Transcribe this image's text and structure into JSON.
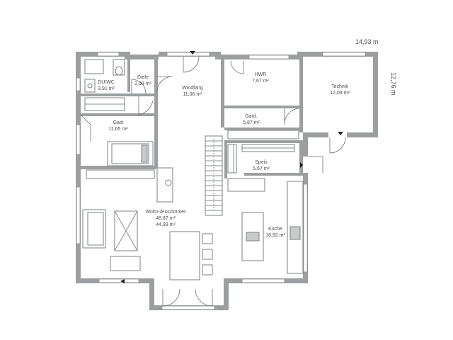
{
  "dimensions": {
    "width_label": "14,93 m",
    "depth_label": "12,76 m"
  },
  "rooms": [
    {
      "id": "du-wc",
      "name": "DU/WC",
      "area": "3,91 m²"
    },
    {
      "id": "diele",
      "name": "Diele",
      "area": "2,09 m²"
    },
    {
      "id": "windfang",
      "name": "Windfang",
      "area": "11,06 m²"
    },
    {
      "id": "hwr",
      "name": "HWR",
      "area": "7,67 m²"
    },
    {
      "id": "technik",
      "name": "Technik",
      "area": "12,09 m²"
    },
    {
      "id": "gast",
      "name": "Gast",
      "area": "11,65 m²"
    },
    {
      "id": "gard",
      "name": "Gard.",
      "area": "5,87 m²"
    },
    {
      "id": "speis",
      "name": "Speis",
      "area": "5,67 m²"
    },
    {
      "id": "wohn-esszimmer",
      "name": "Wohn-/Esszimmer",
      "area": "48,87 m²",
      "area2": "44,99 m²"
    },
    {
      "id": "kueche",
      "name": "Küche",
      "area": "16,92 m²"
    }
  ]
}
